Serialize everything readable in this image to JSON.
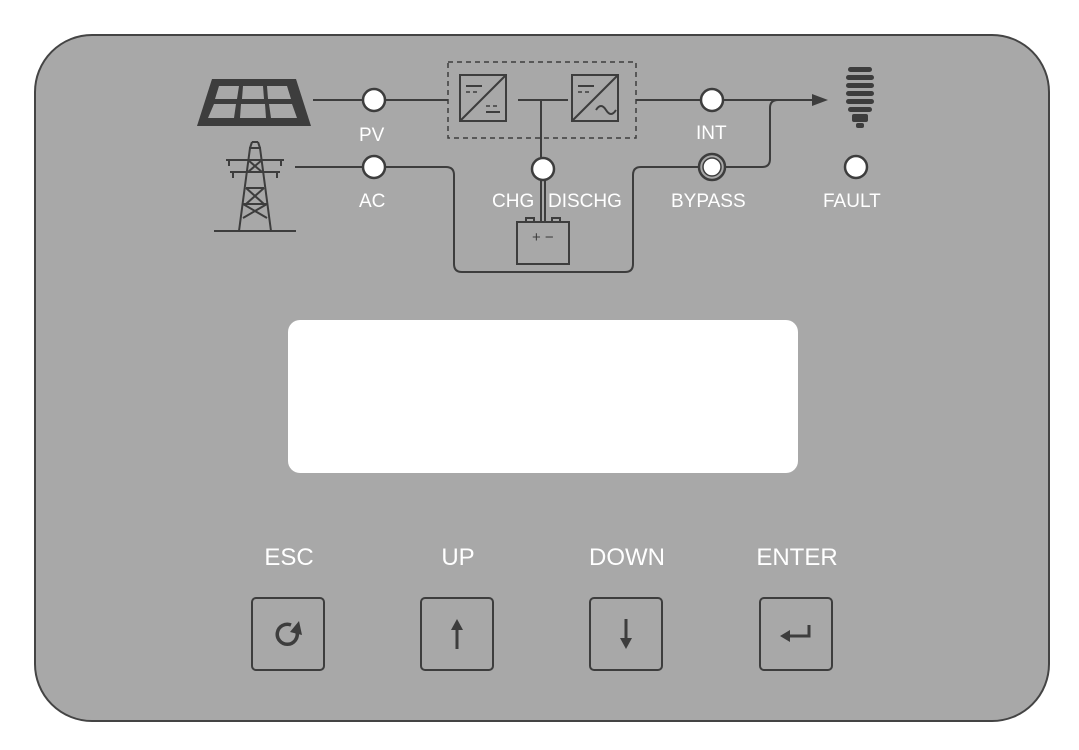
{
  "diagram": {
    "indicators": {
      "pv": "PV",
      "ac": "AC",
      "chg": "CHG",
      "dischg": "DISCHG",
      "int": "INT",
      "bypass": "BYPASS",
      "fault": "FAULT"
    },
    "battery_polarity": "+ −"
  },
  "buttons": {
    "esc": "ESC",
    "up": "UP",
    "down": "DOWN",
    "enter": "ENTER"
  },
  "icons": {
    "solar": "solar-panel-icon",
    "grid": "power-tower-icon",
    "battery": "battery-icon",
    "load": "light-bulb-icon",
    "esc": "rotate-arrow-icon",
    "up": "arrow-up-icon",
    "down": "arrow-down-icon",
    "enter": "enter-arrow-icon"
  },
  "colors": {
    "panel": "#a8a8a8",
    "line": "#3d3d3d",
    "text": "#ffffff",
    "lcd": "#ffffff"
  }
}
